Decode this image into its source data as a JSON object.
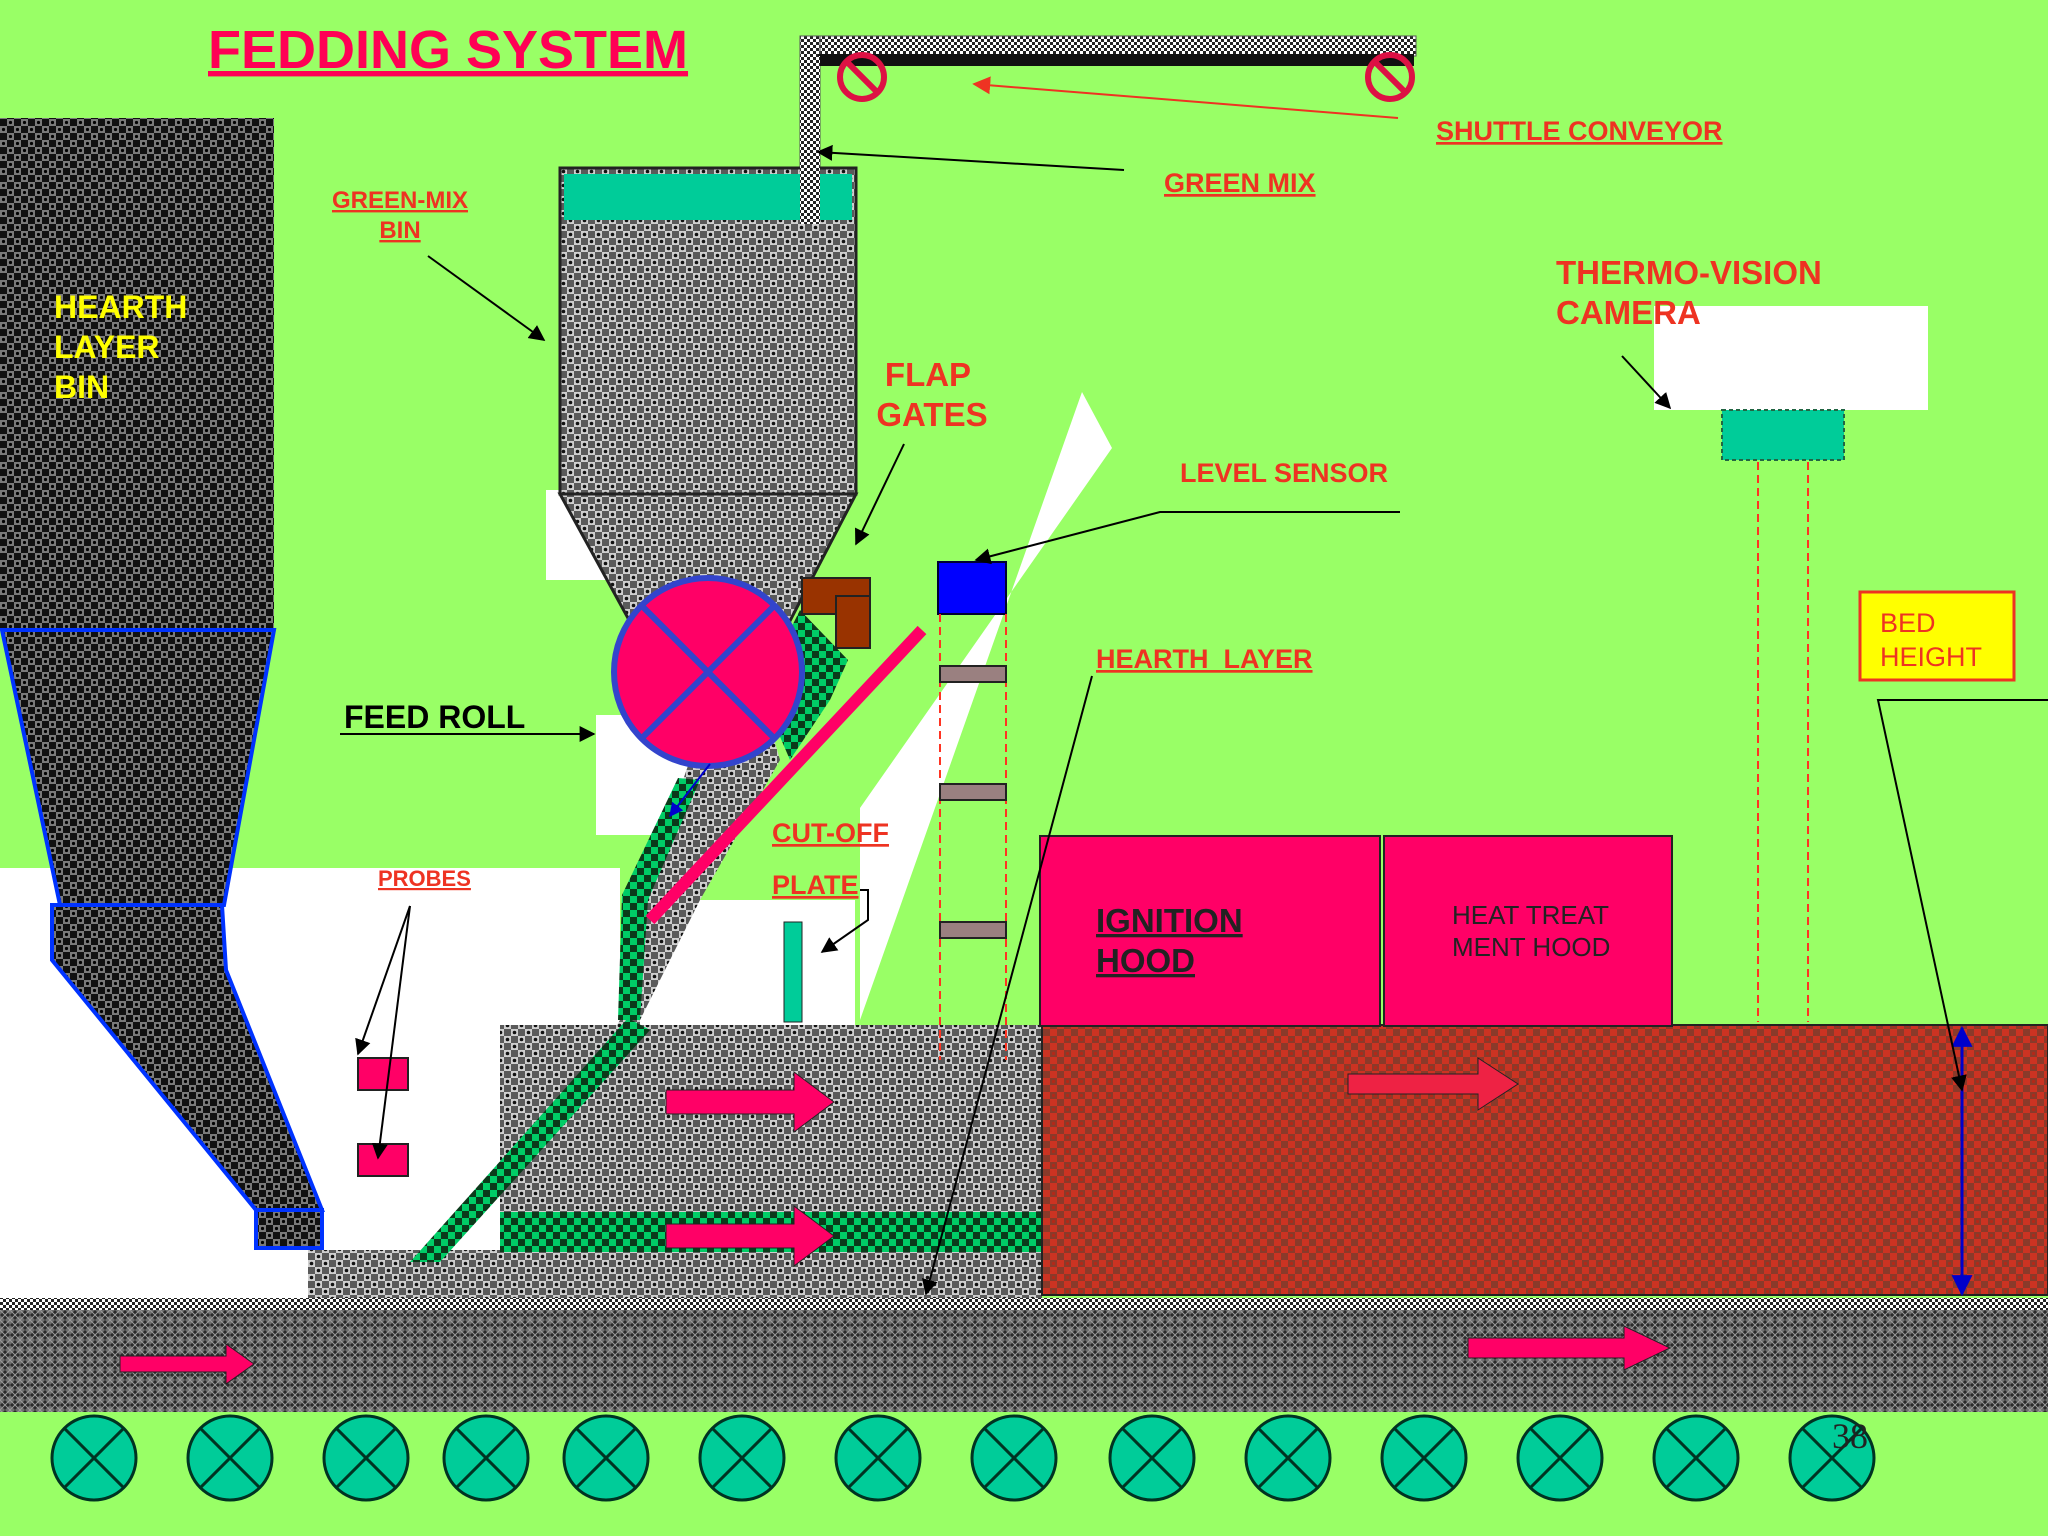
{
  "title": "FEDDING SYSTEM",
  "labels": {
    "shuttle_conveyor": "SHUTTLE CONVEYOR",
    "green_mix": "GREEN MIX",
    "green_mix_bin_line1": "GREEN-MIX",
    "green_mix_bin_line2": "BIN",
    "hearth_layer_bin_line1": "HEARTH",
    "hearth_layer_bin_line2": "LAYER",
    "hearth_layer_bin_line3": "BIN",
    "thermo_vision_line1": "THERMO-VISION",
    "thermo_vision_line2": "CAMERA",
    "flap_gates_line1": "FLAP",
    "flap_gates_line2": "GATES",
    "level_sensor": "LEVEL SENSOR",
    "hearth_layer": "HEARTH  LAYER",
    "bed_height_line1": "BED",
    "bed_height_line2": "HEIGHT",
    "feed_roll": "FEED ROLL",
    "cut_off": "CUT-OFF",
    "plate": "PLATE",
    "probes": "PROBES",
    "ignition_hood_line1": "IGNITION",
    "ignition_hood_line2": "HOOD",
    "heat_treat_line1": "HEAT TREAT",
    "heat_treat_line2": "MENT HOOD"
  },
  "page_number": "38",
  "colors": {
    "background": "#99ff66",
    "label_red": "#ee3322",
    "title_red": "#ff0055",
    "hood_pink": "#ff0066",
    "teal": "#00cc99",
    "hearth_label_yellow": "#ffff00",
    "sensor_blue": "#0000ff",
    "flap_brown": "#993300",
    "bed_box_yellow": "#ffff00"
  },
  "icons": {
    "roller": "circled-x-icon",
    "feed_roll": "circled-x-icon",
    "pulley": "prohibited-circle-icon",
    "flow_arrow": "right-arrow-icon"
  }
}
